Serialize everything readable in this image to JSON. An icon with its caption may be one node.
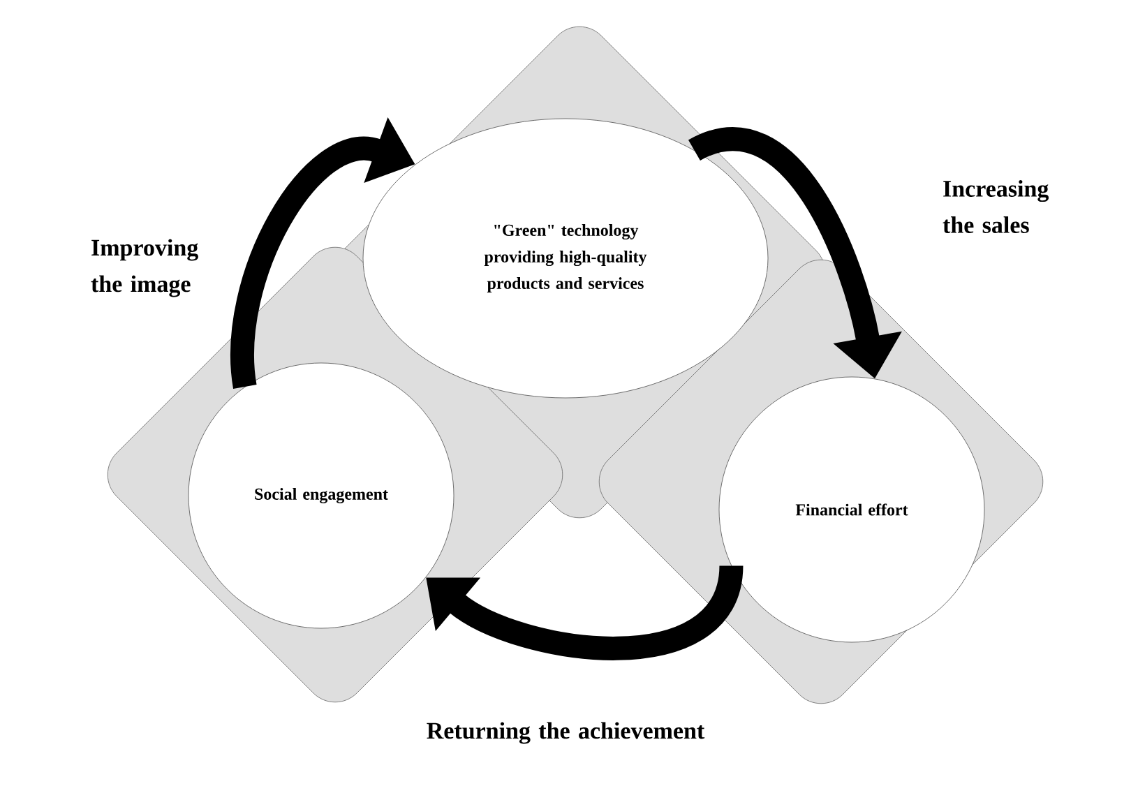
{
  "diagram": {
    "nodes": [
      {
        "text": [
          "\"Green\" technology providing high-quality products and services"
        ]
      },
      {
        "text": [
          "Social engagement"
        ]
      },
      {
        "text": [
          "Financial effort"
        ]
      }
    ],
    "edges": [
      {
        "from": 1,
        "to": 0,
        "arrow": "to",
        "label": "Improving the image"
      },
      {
        "from": 0,
        "to": 2,
        "arrow": "to",
        "label": "Increasing the sales"
      },
      {
        "from": 2,
        "to": 1,
        "arrow": "to",
        "label": "Returning the achievement"
      }
    ]
  }
}
